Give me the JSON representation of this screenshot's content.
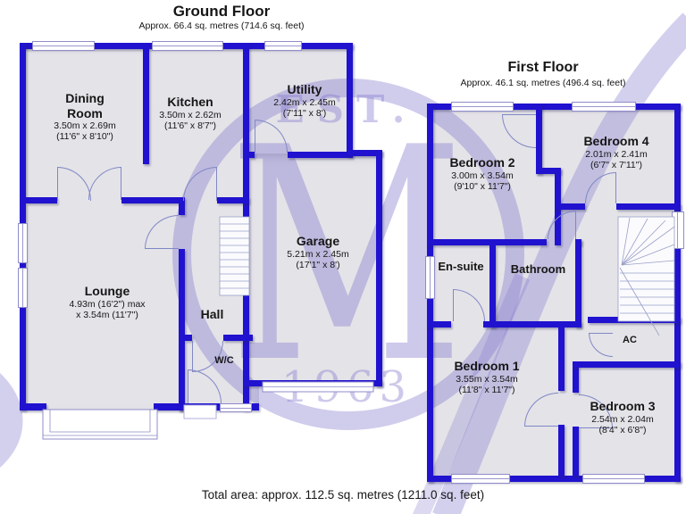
{
  "header": {
    "ground": {
      "title": "Ground Floor",
      "subtitle": "Approx. 66.4 sq. metres (714.6 sq. feet)"
    },
    "first": {
      "title": "First Floor",
      "subtitle": "Approx. 46.1 sq. metres (496.4 sq. feet)"
    }
  },
  "footer": {
    "total_area": "Total area: approx. 112.5 sq. metres (1211.0 sq. feet)"
  },
  "watermark": {
    "est": "EST.",
    "monogram": "M",
    "year": "1963"
  },
  "colors": {
    "wall": "#2012cf",
    "floor": "#e4e3e8",
    "watermark": "#ccc7ea",
    "text": "#161616"
  },
  "ground_floor": {
    "rooms": {
      "dining": {
        "name": "Dining Room",
        "dim_m": "3.50m x 2.69m",
        "dim_ft": "(11'6\" x 8'10\")"
      },
      "kitchen": {
        "name": "Kitchen",
        "dim_m": "3.50m x 2.62m",
        "dim_ft": "(11'6\" x 8'7\")"
      },
      "utility": {
        "name": "Utility",
        "dim_m": "2.42m x 2.45m",
        "dim_ft": "(7'11\" x 8')"
      },
      "garage": {
        "name": "Garage",
        "dim_m": "5.21m x 2.45m",
        "dim_ft": "(17'1\" x 8')"
      },
      "lounge": {
        "name": "Lounge",
        "dim_m": "4.93m (16'2\") max",
        "dim_ft": "x 3.54m (11'7\")"
      },
      "hall": {
        "name": "Hall"
      },
      "wc": {
        "name": "W/C"
      }
    }
  },
  "first_floor": {
    "rooms": {
      "bedroom2": {
        "name": "Bedroom 2",
        "dim_m": "3.00m x 3.54m",
        "dim_ft": "(9'10\" x 11'7\")"
      },
      "bedroom4": {
        "name": "Bedroom 4",
        "dim_m": "2.01m x 2.41m",
        "dim_ft": "(6'7\" x 7'11\")"
      },
      "ensuite": {
        "name": "En-suite"
      },
      "bathroom": {
        "name": "Bathroom"
      },
      "bedroom1": {
        "name": "Bedroom 1",
        "dim_m": "3.55m x 3.54m",
        "dim_ft": "(11'8\" x 11'7\")"
      },
      "bedroom3": {
        "name": "Bedroom 3",
        "dim_m": "2.54m x 2.04m",
        "dim_ft": "(8'4\" x 6'8\")"
      },
      "ac": {
        "name": "AC"
      }
    }
  }
}
